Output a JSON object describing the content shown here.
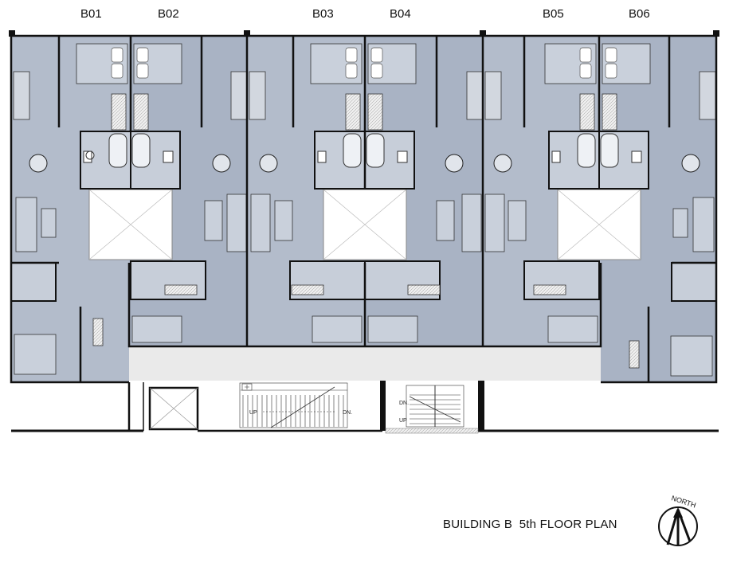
{
  "plan": {
    "units": [
      {
        "id": "B01"
      },
      {
        "id": "B02"
      },
      {
        "id": "B03"
      },
      {
        "id": "B04"
      },
      {
        "id": "B05"
      },
      {
        "id": "B06"
      }
    ],
    "stairs": {
      "west_up": "UP",
      "west_down": "DN.",
      "east_down": "DN.",
      "east_up": "UP"
    },
    "title": "BUILDING B  5th FLOOR PLAN",
    "compass_label": "NORTH"
  },
  "colors": {
    "unit_fill": "#b3bccb",
    "unit_fill_dark": "#a9b3c4",
    "corridor_fill": "#eaeaea",
    "wall": "#111111",
    "courtyard": "#ffffff"
  }
}
